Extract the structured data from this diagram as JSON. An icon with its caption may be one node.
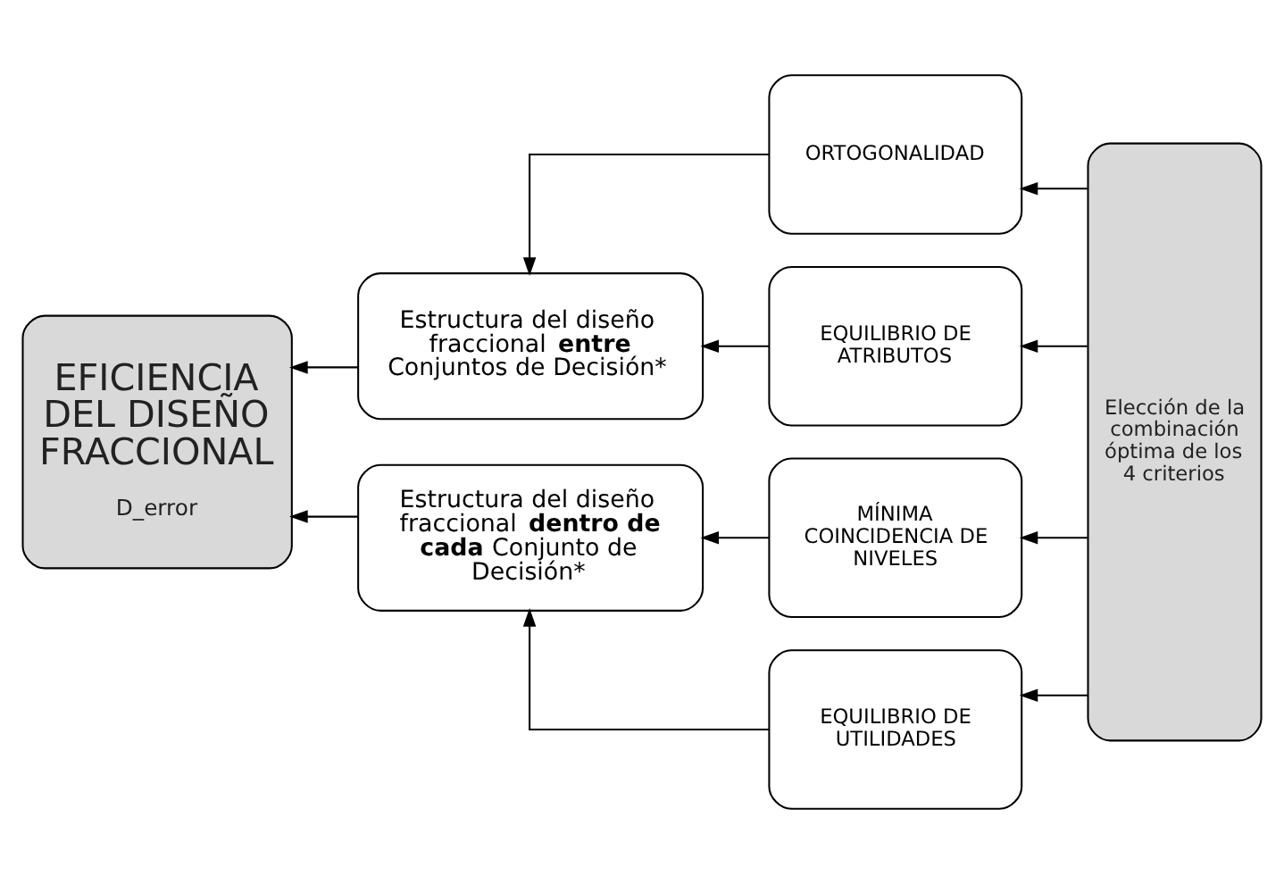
{
  "diagram": {
    "nodes": [
      {
        "text": [
          "EFICIENCIA DEL DISEÑO FRACCIONAL",
          "D_error"
        ]
      },
      {
        "text": [
          "Estructura del diseño fraccional **entre** Conjuntos de Decisión*"
        ]
      },
      {
        "text": [
          "Estructura del diseño fraccional **dentro de cada** Conjunto de Decisión*"
        ]
      },
      {
        "text": [
          "ORTOGONALIDAD"
        ]
      },
      {
        "text": [
          "EQUILIBRIO DE ATRIBUTOS"
        ]
      },
      {
        "text": [
          "MÍNIMA COINCIDENCIA DE NIVELES"
        ]
      },
      {
        "text": [
          "EQUILIBRIO DE UTILIDADES"
        ]
      },
      {
        "text": [
          "Elección de la combinación óptima de los 4 criterios"
        ]
      }
    ],
    "edges": [
      {
        "from": 7,
        "to": 3,
        "arrow": "to"
      },
      {
        "from": 7,
        "to": 4,
        "arrow": "to"
      },
      {
        "from": 7,
        "to": 5,
        "arrow": "to"
      },
      {
        "from": 7,
        "to": 6,
        "arrow": "to"
      },
      {
        "from": 3,
        "to": 1,
        "arrow": "to"
      },
      {
        "from": 4,
        "to": 1,
        "arrow": "to"
      },
      {
        "from": 5,
        "to": 2,
        "arrow": "to"
      },
      {
        "from": 6,
        "to": 2,
        "arrow": "to"
      },
      {
        "from": 1,
        "to": 0,
        "arrow": "to"
      },
      {
        "from": 2,
        "to": 0,
        "arrow": "to"
      }
    ]
  }
}
